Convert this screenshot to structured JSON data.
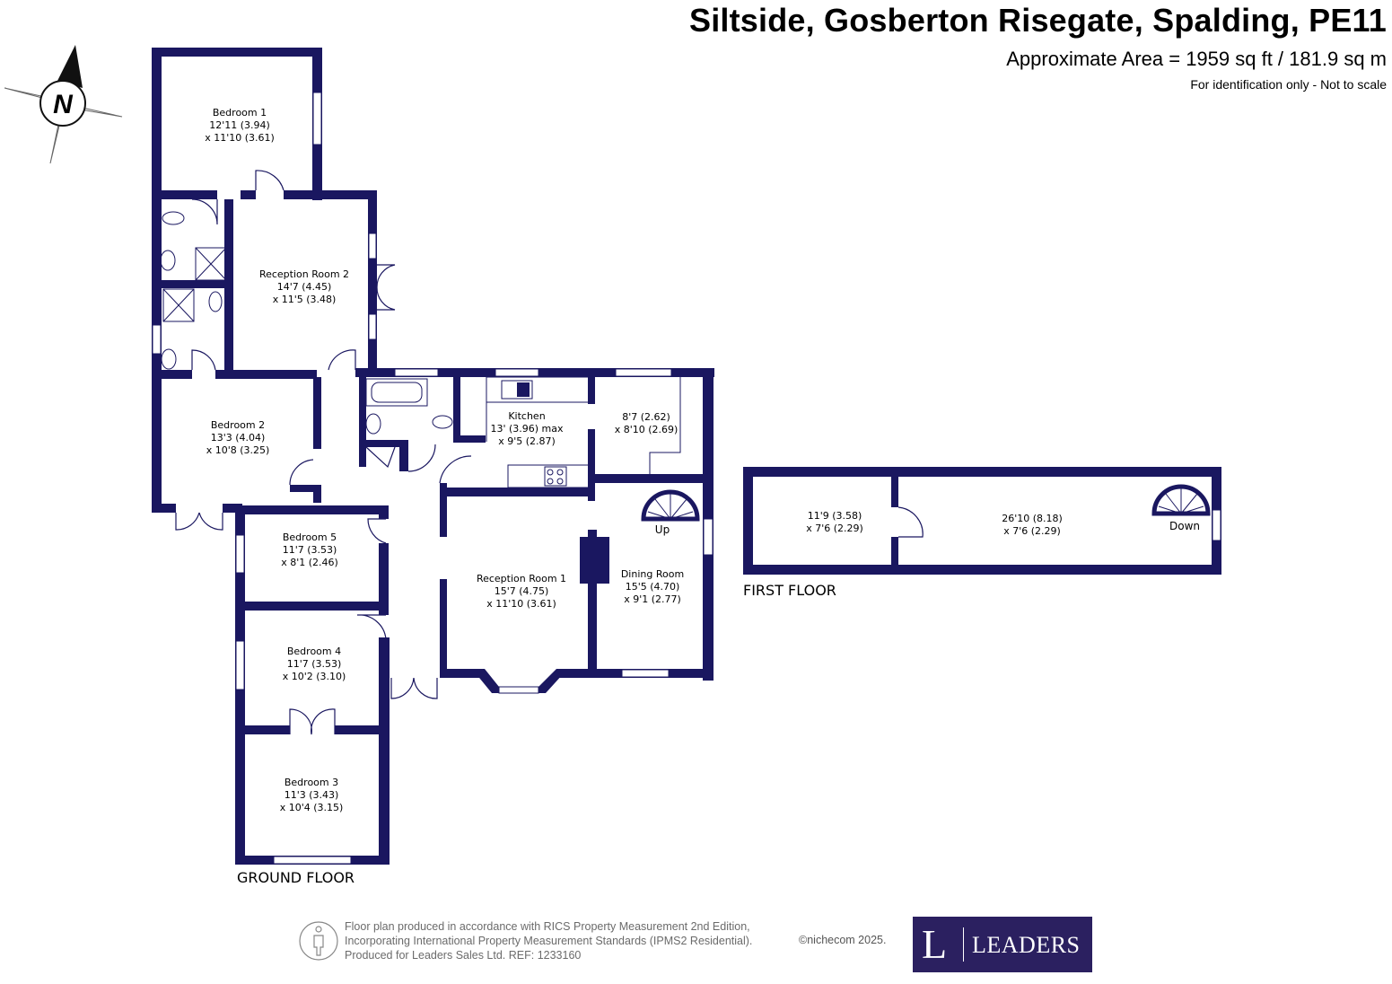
{
  "header": {
    "title": "Siltside, Gosberton Risegate, Spalding, PE11",
    "area": "Approximate Area = 1959 sq ft / 181.9 sq m",
    "disclaimer": "For identification only - Not to scale"
  },
  "compass": {
    "letter": "N"
  },
  "ground_floor": {
    "label": "GROUND FLOOR",
    "rooms": [
      {
        "name": "Bedroom 1",
        "dim1": "12'11 (3.94)",
        "dim2": "x 11'10 (3.61)"
      },
      {
        "name": "Reception Room 2",
        "dim1": "14'7 (4.45)",
        "dim2": "x 11'5 (3.48)"
      },
      {
        "name": "Bedroom 2",
        "dim1": "13'3 (4.04)",
        "dim2": "x 10'8 (3.25)"
      },
      {
        "name": "Kitchen",
        "dim1": "13' (3.96) max",
        "dim2": "x 9'5 (2.87)"
      },
      {
        "name": "",
        "dim1": "8'7 (2.62)",
        "dim2": "x 8'10 (2.69)"
      },
      {
        "name": "Bedroom 5",
        "dim1": "11'7 (3.53)",
        "dim2": "x 8'1 (2.46)"
      },
      {
        "name": "Reception Room 1",
        "dim1": "15'7 (4.75)",
        "dim2": "x 11'10 (3.61)"
      },
      {
        "name": "Dining Room",
        "dim1": "15'5 (4.70)",
        "dim2": "x 9'1 (2.77)"
      },
      {
        "name": "Bedroom 4",
        "dim1": "11'7 (3.53)",
        "dim2": "x 10'2 (3.10)"
      },
      {
        "name": "Bedroom 3",
        "dim1": "11'3 (3.43)",
        "dim2": "x 10'4 (3.15)"
      }
    ],
    "stairs_label": "Up"
  },
  "first_floor": {
    "label": "FIRST FLOOR",
    "rooms": [
      {
        "name": "",
        "dim1": "11'9 (3.58)",
        "dim2": "x 7'6 (2.29)"
      },
      {
        "name": "",
        "dim1": "26'10 (8.18)",
        "dim2": "x 7'6 (2.29)"
      }
    ],
    "stairs_label": "Down"
  },
  "footer": {
    "line1": "Floor plan produced in accordance with RICS Property Measurement 2nd Edition,",
    "line2": "Incorporating International Property Measurement Standards (IPMS2 Residential).",
    "line3": "Produced for Leaders Sales Ltd.   REF:  1233160",
    "copyright": "©nichecom 2025."
  },
  "logo": {
    "letter": "L",
    "name": "LEADERS"
  },
  "colors": {
    "wall": "#1a1760",
    "logo_bg": "#2b2060"
  }
}
